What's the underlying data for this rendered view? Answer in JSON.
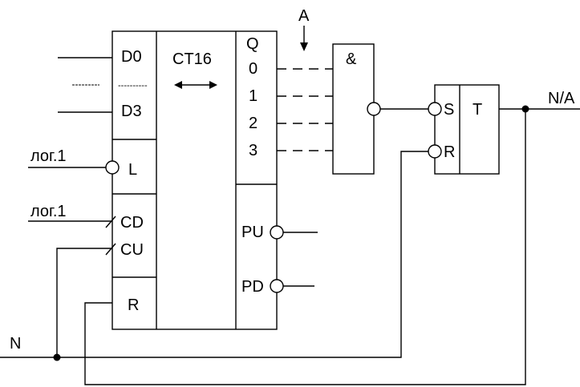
{
  "counter": {
    "title": "CT16",
    "inputs": [
      "D0",
      "D3",
      "L",
      "CD",
      "CU",
      "R"
    ],
    "outputs_header": "Q",
    "outputs": [
      "0",
      "1",
      "2",
      "3"
    ],
    "aux_outputs": [
      "PU",
      "PD"
    ],
    "dotted_placeholder": "----------"
  },
  "and_gate": {
    "symbol": "&"
  },
  "trigger": {
    "symbol": "T",
    "inputs": [
      "S",
      "R"
    ]
  },
  "labels": {
    "log1_a": "лог.1",
    "log1_b": "лог.1",
    "a_input": "A",
    "output": "N/A",
    "n_input": "N"
  }
}
